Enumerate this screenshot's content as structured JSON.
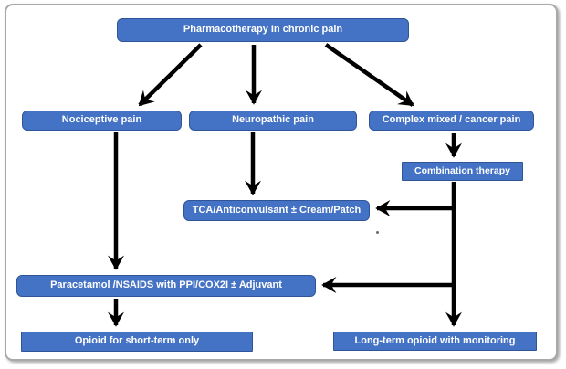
{
  "diagram": {
    "type": "flowchart",
    "nodes": {
      "root": {
        "label": "Pharmacotherapy In chronic pain"
      },
      "nociceptive": {
        "label": "Nociceptive pain"
      },
      "neuropathic": {
        "label": "Neuropathic pain"
      },
      "complex_mixed": {
        "label": "Complex mixed / cancer pain"
      },
      "combination_therapy": {
        "label": "Combination therapy"
      },
      "tca_anticonvulsant": {
        "label": "TCA/Anticonvulsant ± Cream/Patch"
      },
      "paracetamol_nsaids": {
        "label": "Paracetamol /NSAIDS with PPI/COX2I ± Adjuvant"
      },
      "opioid_short_term": {
        "label": "Opioid for short-term only"
      },
      "opioid_long_term": {
        "label": "Long-term opioid with monitoring"
      }
    },
    "edges": [
      {
        "from": "root",
        "to": "nociceptive"
      },
      {
        "from": "root",
        "to": "neuropathic"
      },
      {
        "from": "root",
        "to": "complex_mixed"
      },
      {
        "from": "neuropathic",
        "to": "tca_anticonvulsant"
      },
      {
        "from": "complex_mixed",
        "to": "combination_therapy"
      },
      {
        "from": "nociceptive",
        "to": "paracetamol_nsaids"
      },
      {
        "from": "combination_therapy",
        "to": "tca_anticonvulsant"
      },
      {
        "from": "combination_therapy",
        "to": "paracetamol_nsaids"
      },
      {
        "from": "combination_therapy",
        "to": "opioid_long_term"
      },
      {
        "from": "paracetamol_nsaids",
        "to": "opioid_short_term"
      }
    ],
    "colors": {
      "box_fill": "#4472C4",
      "box_border": "#2F5597",
      "box_text": "#FFFFFF",
      "arrow": "#000000",
      "frame_border": "#A9A9A9",
      "background": "#FFFFFF"
    }
  }
}
